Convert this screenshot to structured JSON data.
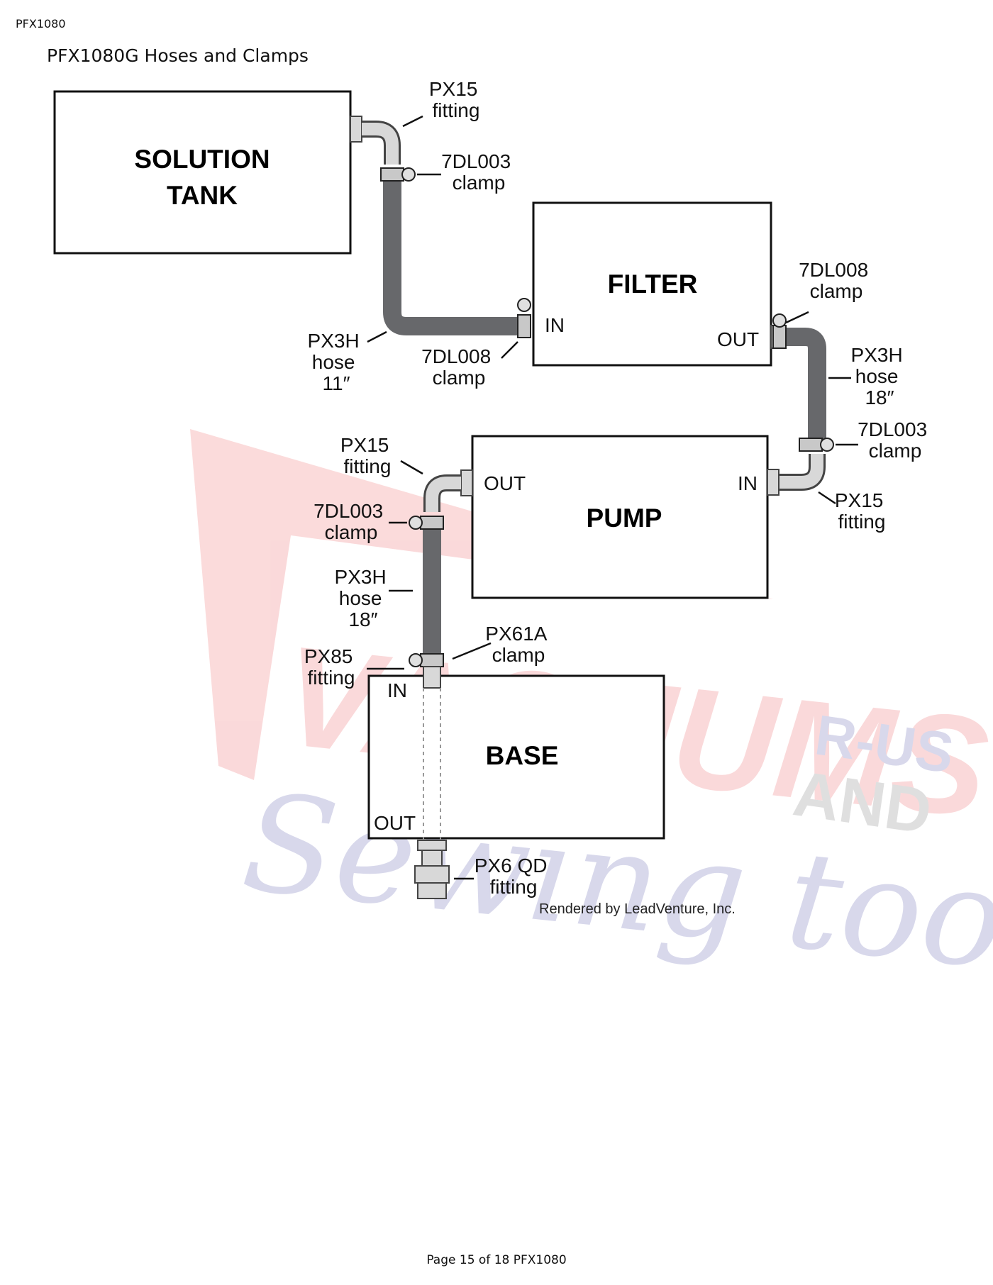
{
  "header": {
    "doc_code": "PFX1080",
    "title": "PFX1080G Hoses and Clamps",
    "page": "Page 15 of 18 PFX1080"
  },
  "diagram": {
    "components": {
      "solution_tank": [
        "SOLUTION",
        "TANK"
      ],
      "filter": "FILTER",
      "pump": "PUMP",
      "base": "BASE"
    },
    "ports": {
      "in": "IN",
      "out": "OUT"
    },
    "callouts": {
      "px15_top": [
        "PX15",
        "fitting"
      ],
      "clamp_7dl003_top": [
        "7DL003",
        "clamp"
      ],
      "clamp_7dl008_filter_out": [
        "7DL008",
        "clamp"
      ],
      "hose_px3h_11": [
        "PX3H",
        "hose",
        "11″"
      ],
      "clamp_7dl008_filter_in": [
        "7DL008",
        "clamp"
      ],
      "hose_px3h_18_right": [
        "PX3H",
        "hose",
        "18″"
      ],
      "clamp_7dl003_right": [
        "7DL003",
        "clamp"
      ],
      "px15_pump_out": [
        "PX15",
        "fitting"
      ],
      "px15_pump_in": [
        "PX15",
        "fitting"
      ],
      "clamp_7dl003_left": [
        "7DL003",
        "clamp"
      ],
      "hose_px3h_18_left": [
        "PX3H",
        "hose",
        "18″"
      ],
      "clamp_px61a": [
        "PX61A",
        "clamp"
      ],
      "px85": [
        "PX85",
        "fitting"
      ],
      "px6_qd": [
        "PX6 QD",
        "fitting"
      ]
    },
    "credit": "Rendered by LeadVenture, Inc.",
    "watermark": {
      "line1": "VACUUMS",
      "r_us": "R-US",
      "and": "AND",
      "line2": "Sewing too"
    }
  },
  "colors": {
    "hose": "#67686b",
    "watermark_red": "#e8353a",
    "watermark_blue": "#2b2f96"
  }
}
